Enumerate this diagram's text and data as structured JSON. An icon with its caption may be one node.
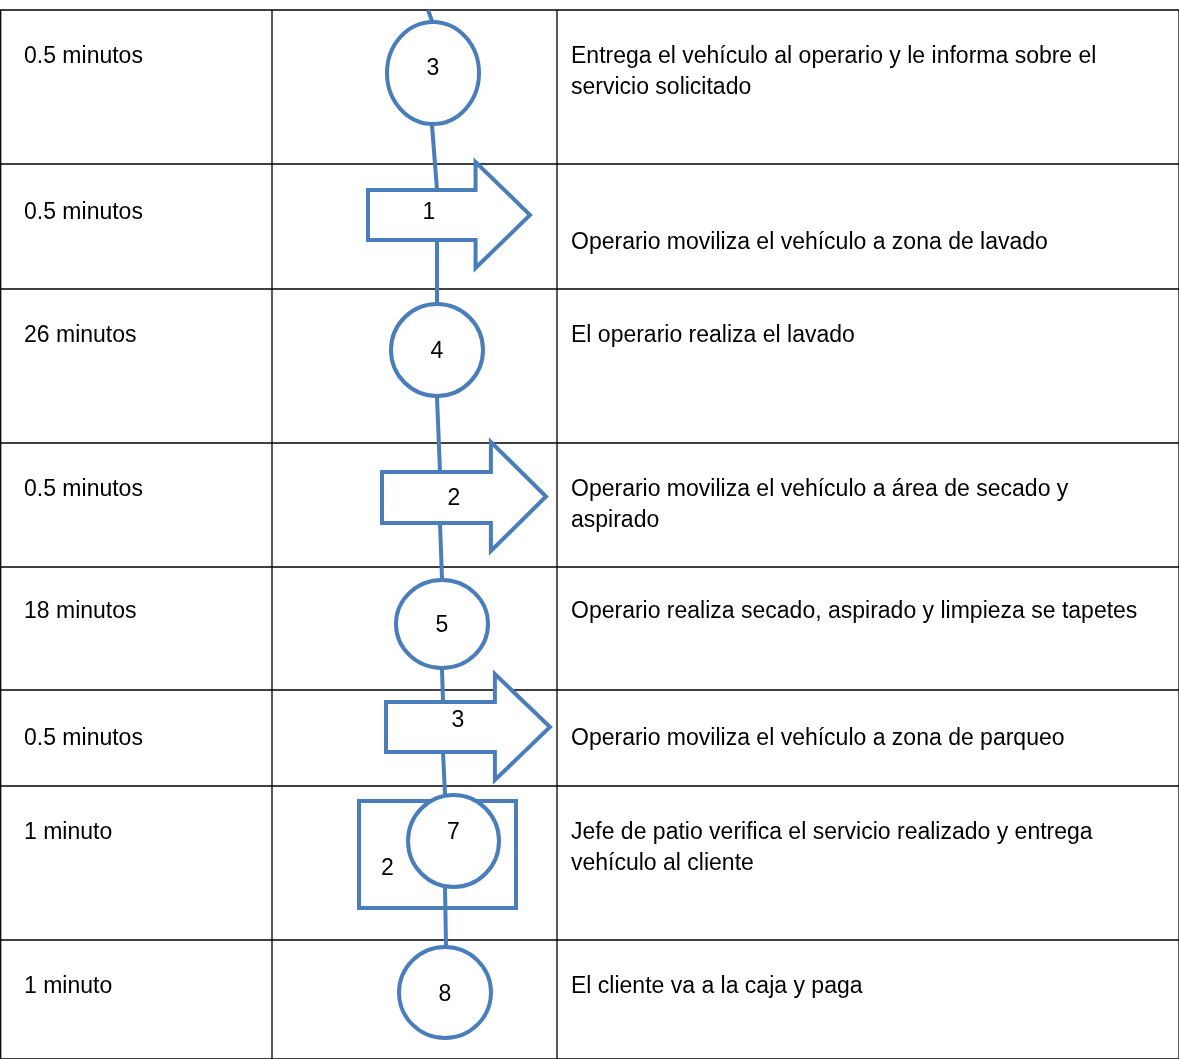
{
  "diagram": {
    "nodes": [
      {
        "text": [
          "3"
        ]
      },
      {
        "text": [
          "1"
        ]
      },
      {
        "text": [
          "4"
        ]
      },
      {
        "text": [
          "2"
        ]
      },
      {
        "text": [
          "5"
        ]
      },
      {
        "text": [
          "3"
        ]
      },
      {
        "text": [
          "2"
        ]
      },
      {
        "text": [
          "7"
        ],
        "in": 6
      },
      {
        "text": [
          "8"
        ]
      }
    ],
    "edges": [
      {
        "from": null,
        "to": 0,
        "arrow": "none"
      },
      {
        "from": 0,
        "to": 1,
        "arrow": "none"
      },
      {
        "from": 1,
        "to": 2,
        "arrow": "none"
      },
      {
        "from": 2,
        "to": 3,
        "arrow": "none"
      },
      {
        "from": 3,
        "to": 4,
        "arrow": "none"
      },
      {
        "from": 4,
        "to": 5,
        "arrow": "none"
      },
      {
        "from": 5,
        "to": 7,
        "arrow": "none"
      },
      {
        "from": 7,
        "to": 8,
        "arrow": "none"
      }
    ],
    "labels": [
      "0.5 minutos",
      "Entrega el vehículo al operario y le informa sobre el servicio solicitado",
      "0.5 minutos",
      "Operario moviliza el vehículo a zona de lavado",
      "26 minutos",
      "El operario realiza el lavado",
      "0.5 minutos",
      "Operario moviliza el vehículo a área de secado y aspirado",
      "18 minutos",
      "Operario realiza secado, aspirado y limpieza se tapetes",
      "0.5 minutos",
      "Operario moviliza el vehículo a zona de parqueo",
      "1 minuto",
      "Jefe de patio verifica el servicio realizado y entrega vehículo al cliente",
      "1 minuto",
      "El cliente va a la caja y paga"
    ]
  }
}
